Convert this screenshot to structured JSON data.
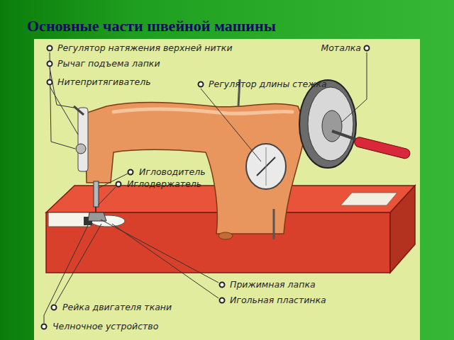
{
  "diagram": {
    "title": "Основные части швейной машины",
    "labels": [
      "Регулятор натяжения верхней нитки",
      "Рычаг подъема лапки",
      "Нитепритягиватель",
      "Регулятор длины стежка",
      "Моталка",
      "Игловодитель",
      "Иглодержатель",
      "Прижимная лапка",
      "Игольная пластинка",
      "Рейка двигателя ткани",
      "Челночное устройство"
    ]
  }
}
